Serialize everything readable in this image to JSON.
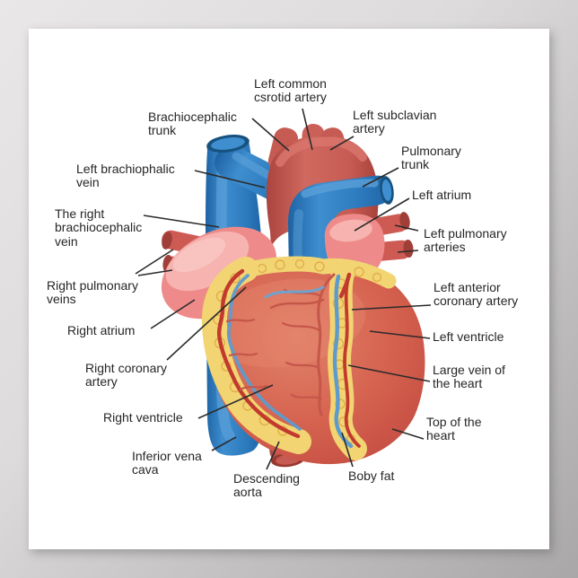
{
  "poster": {
    "paper_color": "#ffffff",
    "background_top_left": "#e9e7e7",
    "background_bottom_right": "#a9a7a7"
  },
  "palette": {
    "vein_blue": "#2e7dc0",
    "vein_blue_dark": "#1d63a4",
    "vein_blue_light": "#5aa0d8",
    "artery_red": "#c65b53",
    "artery_red_dark": "#a8423c",
    "atrium_pink": "#ee8b8a",
    "atrium_pink_light": "#f6b3b0",
    "heart_red": "#d5624f",
    "heart_red_edge": "#c14a40",
    "fat_yellow": "#f2d572",
    "fat_outline": "#e0ae4b",
    "coronary_artery_red": "#c23a2e",
    "coronary_vein_blue": "#5e9bcd",
    "leader_line": "#2b2b2b",
    "text": "#262626"
  },
  "labels": {
    "left_common_carotid": "Left common csrotid artery",
    "brachiocephalic_trunk": "Brachiocephalic trunk",
    "left_subclavian": "Left subclavian artery",
    "pulmonary_trunk": "Pulmonary trunk",
    "left_atrium": "Left atrium",
    "left_pulmonary_arteries": "Left pulmonary arteries",
    "left_anterior_coronary": "Left anterior coronary artery",
    "left_ventricle": "Left ventricle",
    "large_vein": "Large vein of the heart",
    "top_of_heart": "Top of the heart",
    "boby_fat": "Boby fat",
    "descending_aorta": "Descending aorta",
    "inferior_vena_cava": "Inferior vena cava",
    "right_ventricle": "Right ventricle",
    "right_coronary": "Right coronary artery",
    "right_atrium": "Right atrium",
    "right_pulmonary_veins": "Right pulmonary veins",
    "right_brachiocephalic_vein": "The right brachiocephalic vein",
    "left_brachiocephalic_vein": "Left brachiophalic vein"
  }
}
